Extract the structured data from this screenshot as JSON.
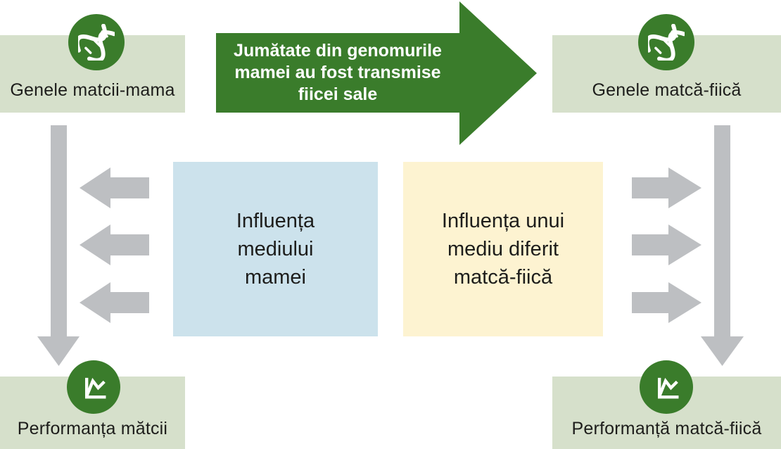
{
  "diagram_title": "Queen bee mother-daughter gene and environment transmission diagram",
  "colors": {
    "green": "#3a7c2b",
    "band_green": "#d6e0cb",
    "blue": "#cce2ec",
    "yellow": "#fdf3d1",
    "arrow_gray": "#bdbfc2",
    "text_dark": "#1d1d1b",
    "text_white": "#ffffff"
  },
  "nodes": {
    "genes_mother": {
      "label": "Genele matcii-mama",
      "icon": "dna-icon"
    },
    "genes_daughter": {
      "label": "Genele matcă-fiică",
      "icon": "dna-icon"
    },
    "performance_mother": {
      "label": "Performanța mătcii",
      "icon": "line-chart-icon"
    },
    "performance_daughter": {
      "label": "Performanță matcă-fiică",
      "icon": "line-chart-icon"
    }
  },
  "env_mother": {
    "lines": [
      "Influența",
      "mediului",
      "mamei"
    ],
    "full_text": "Influența mediului mamei"
  },
  "env_daughter": {
    "lines": [
      "Influența unui",
      "mediu diferit",
      "matcă-fiică"
    ],
    "full_text": "Influența unui mediu diferit matcă-fiică"
  },
  "transmission_arrow": {
    "lines": [
      "Jumătate din genomurile",
      "mamei au fost transmise",
      "fiicei sale"
    ],
    "full_text": "Jumătate din genomurile mamei au fost transmise fiicei sale"
  }
}
